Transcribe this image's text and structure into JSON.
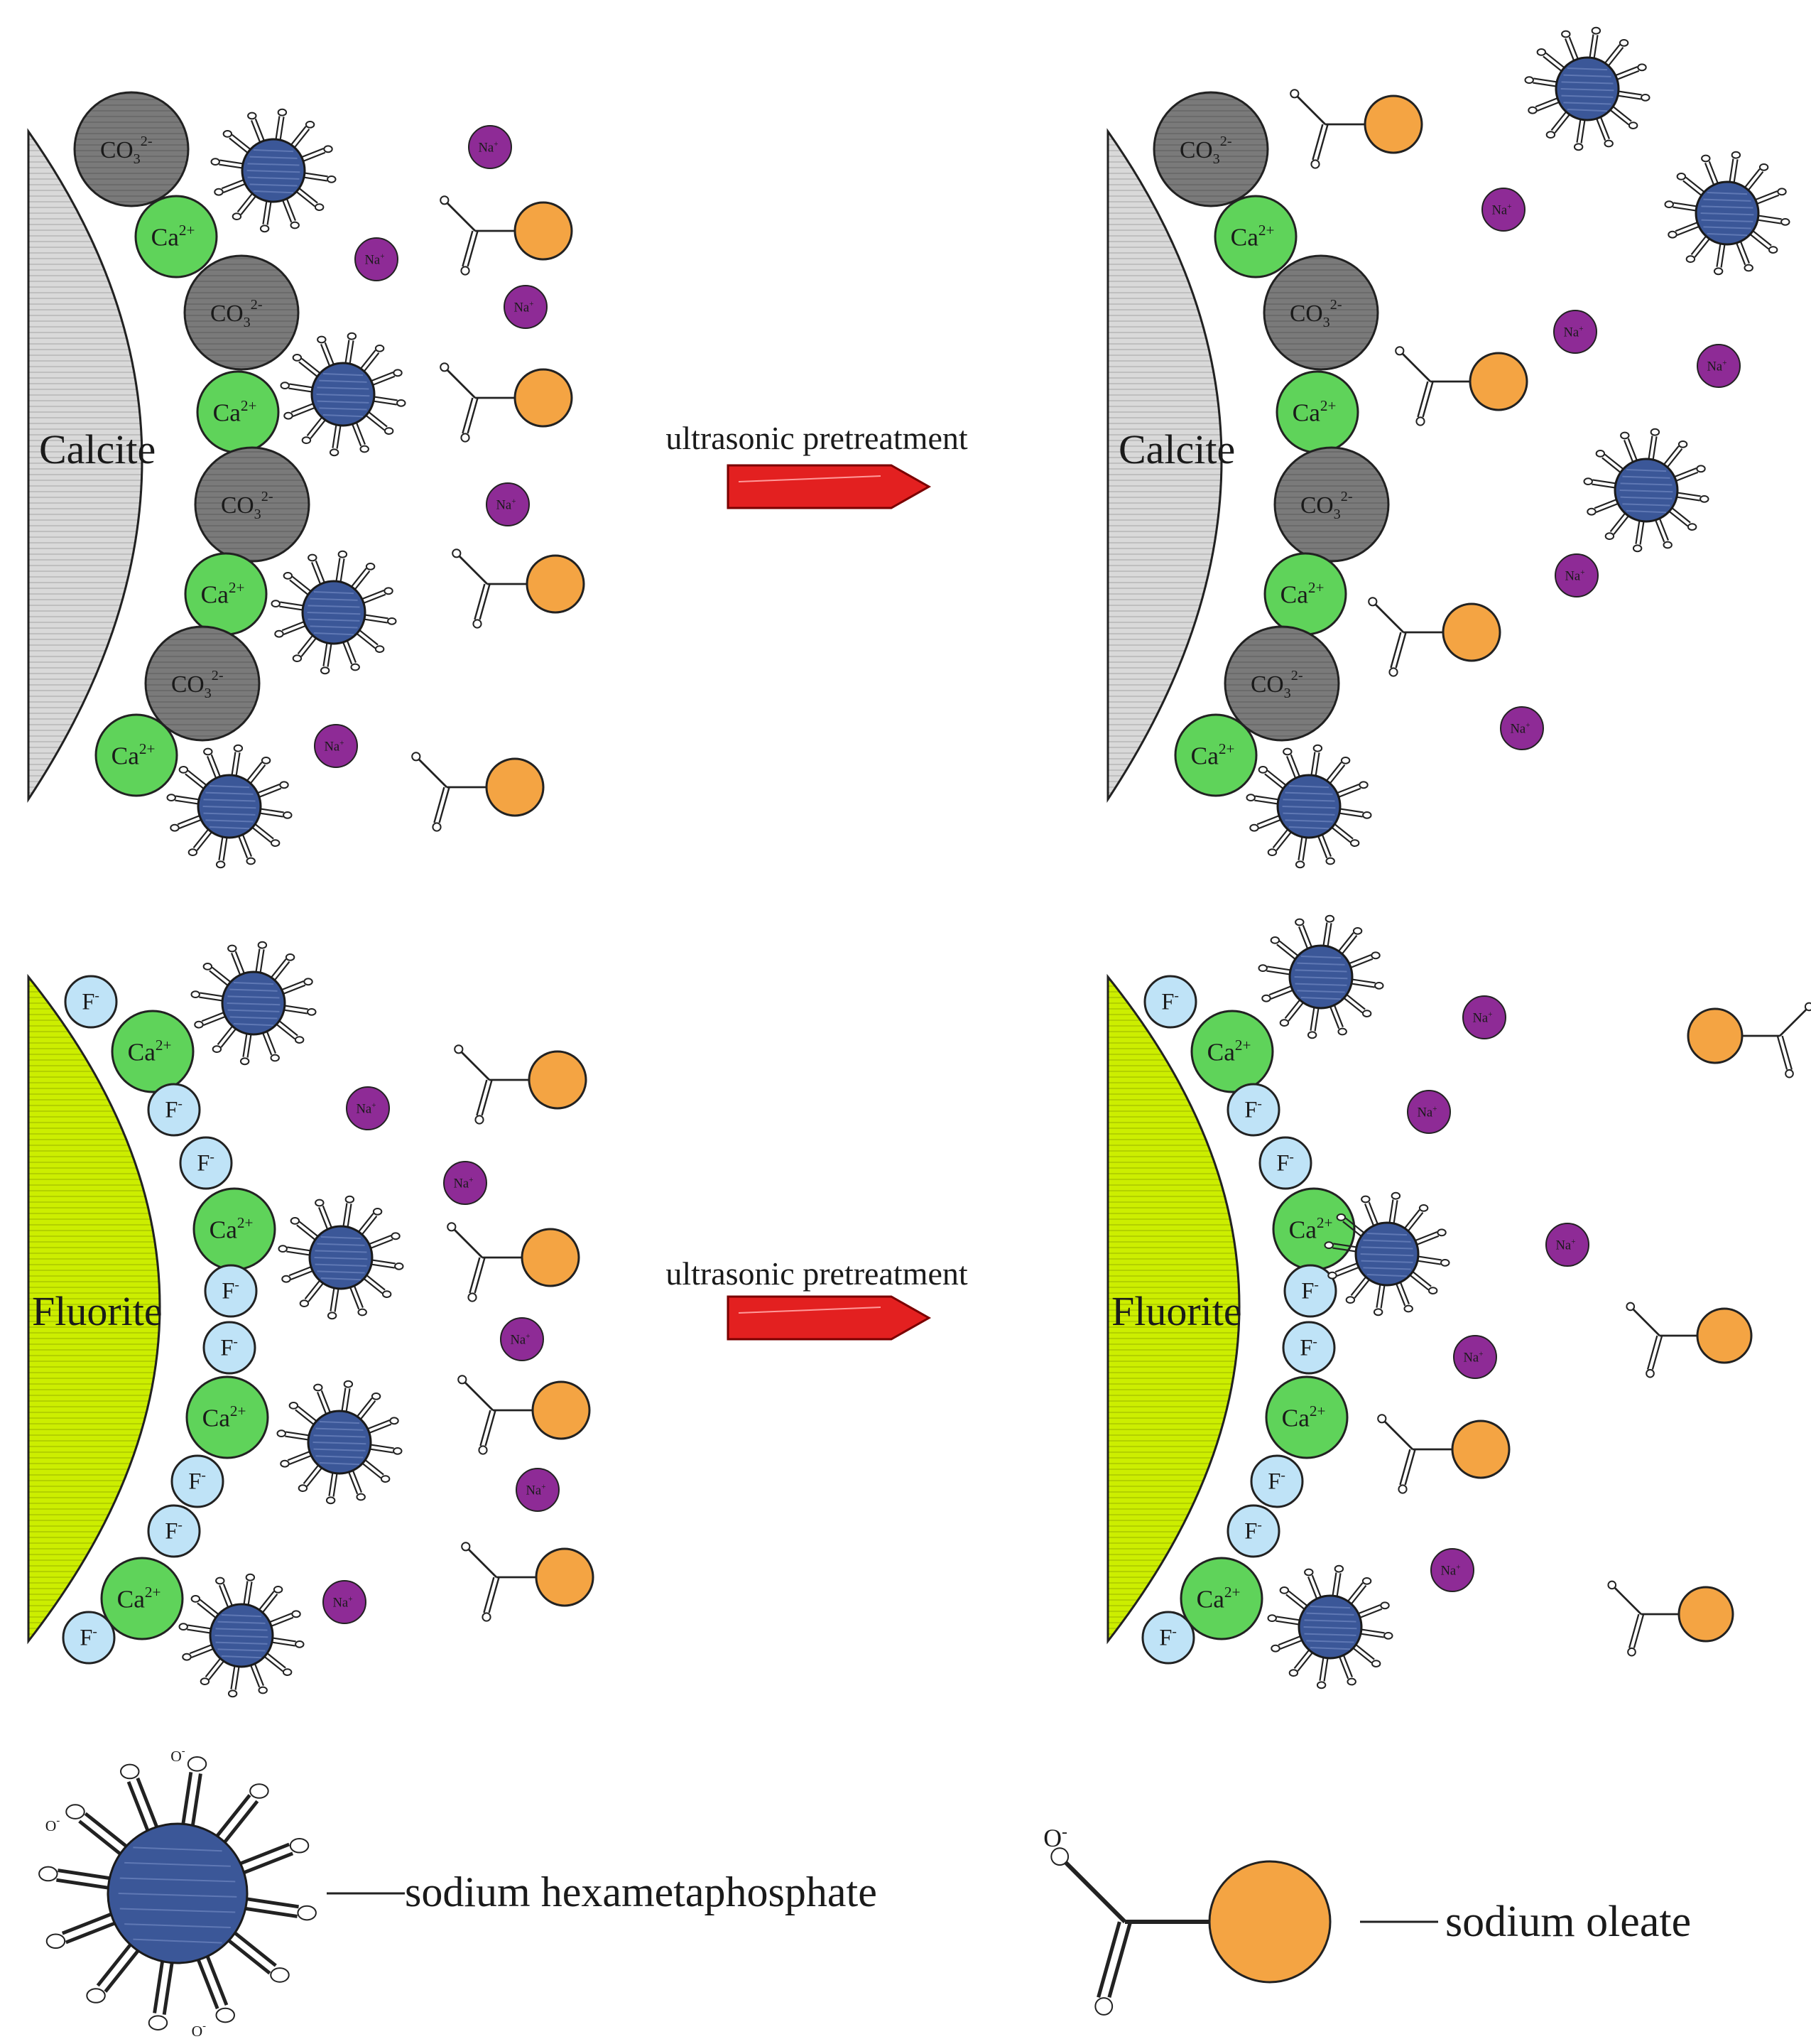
{
  "labels": {
    "calcite": "Calcite",
    "fluorite": "Fluorite",
    "ultrasonic_pretreatment": "ultrasonic pretreatment",
    "carbonate": "CO",
    "carbonate_sub": "3",
    "carbonate_charge": "2-",
    "calcium": "Ca",
    "calcium_charge": "2+",
    "fluoride": "F",
    "fluoride_charge": "-",
    "sodium": "Na",
    "sodium_charge": "+",
    "oxygen_anion": "O",
    "oxygen_charge": "-"
  },
  "legend": {
    "sodium_hexametaphosphate": "sodium hexametaphosphate",
    "sodium_oleate": "sodium oleate"
  },
  "colors": {
    "calcite": "#d9d9d9",
    "fluorite": "#ccee00",
    "carbonate": "#7a7a7a",
    "calcium": "#5fd35a",
    "fluoride": "#bfe3f7",
    "sodium": "#8e2b96",
    "phosphate": "#3b5798",
    "oleate": "#f4a443",
    "arrow": "#e32020"
  },
  "icons": {
    "sodium_hexametaphosphate": "spiked-ball-icon",
    "sodium_oleate": "carboxylate-head-ball-icon",
    "arrow": "right-arrow-icon"
  }
}
